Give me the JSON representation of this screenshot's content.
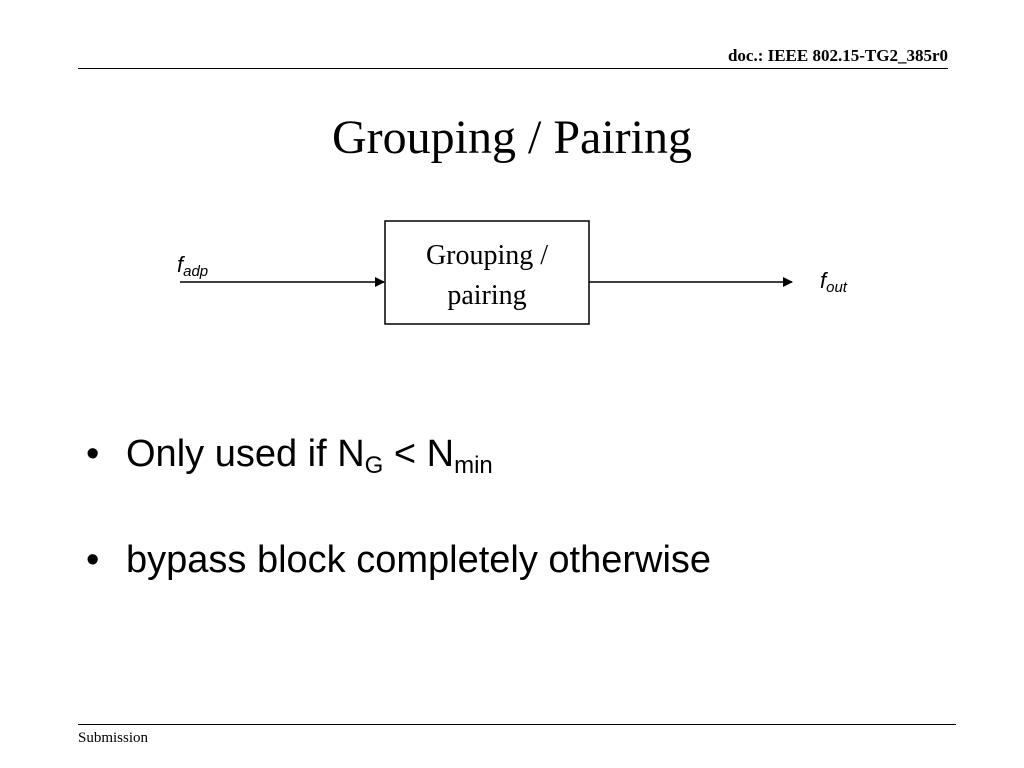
{
  "header": {
    "doc_id": "doc.: IEEE 802.15-TG2_385r0"
  },
  "slide": {
    "title": "Grouping / Pairing"
  },
  "diagram": {
    "block": {
      "line1": "Grouping /",
      "line2": "pairing"
    },
    "input_signal": {
      "base": "f",
      "subscript": "adp"
    },
    "output_signal": {
      "base": "f",
      "subscript": "out"
    }
  },
  "bullets": [
    {
      "marker": "•",
      "text_1": "Only used if N",
      "sub_1": "G",
      "text_2": " < N",
      "sub_2": "min"
    },
    {
      "marker": "•",
      "text": "bypass block completely otherwise"
    }
  ],
  "footer": {
    "label": "Submission"
  }
}
